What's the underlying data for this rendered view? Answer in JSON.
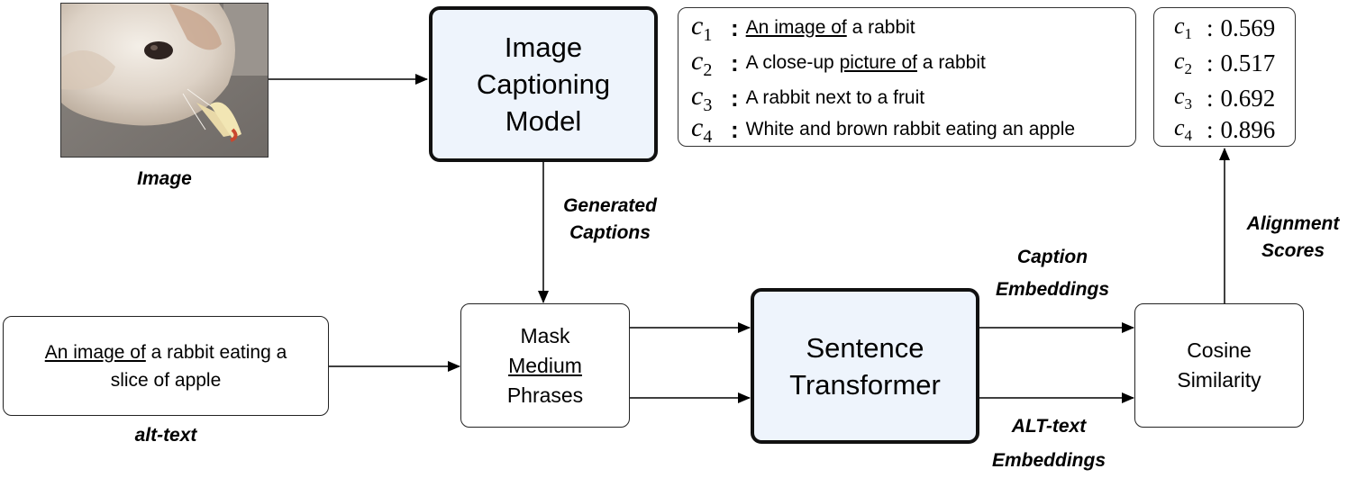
{
  "image_label": "Image",
  "captioning_model": {
    "line1": "Image",
    "line2": "Captioning",
    "line3": "Model"
  },
  "generated_captions_label": {
    "line1": "Generated",
    "line2": "Captions"
  },
  "captions": [
    {
      "id": "c",
      "sub": "1",
      "prefix_underlined": "An image of",
      "rest": " a rabbit",
      "pre": ""
    },
    {
      "id": "c",
      "sub": "2",
      "pre": "A close-up ",
      "prefix_underlined": "picture of",
      "rest": " a rabbit"
    },
    {
      "id": "c",
      "sub": "3",
      "pre": "A rabbit next to a fruit",
      "prefix_underlined": "",
      "rest": ""
    },
    {
      "id": "c",
      "sub": "4",
      "pre": "White and brown rabbit eating an apple",
      "prefix_underlined": "",
      "rest": ""
    }
  ],
  "scores": [
    {
      "id": "c",
      "sub": "1",
      "value": "0.569"
    },
    {
      "id": "c",
      "sub": "2",
      "value": "0.517"
    },
    {
      "id": "c",
      "sub": "3",
      "value": "0.692"
    },
    {
      "id": "c",
      "sub": "4",
      "value": "0.896"
    }
  ],
  "alt_text": {
    "underlined": "An image of",
    "rest_line1": " a rabbit eating a",
    "line2": "slice of apple"
  },
  "alt_text_label": "alt-text",
  "mask_box": {
    "line1": "Mask",
    "line2": "Medium",
    "line3": "Phrases"
  },
  "sentence_transformer": {
    "line1": "Sentence",
    "line2": "Transformer"
  },
  "caption_embeddings_label": {
    "line1": "Caption",
    "line2": "Embeddings"
  },
  "alt_embeddings_label": {
    "line1": "ALT-text",
    "line2": "Embeddings"
  },
  "cosine_box": {
    "line1": "Cosine",
    "line2": "Similarity"
  },
  "alignment_label": {
    "line1": "Alignment",
    "line2": "Scores"
  },
  "colors": {
    "model_fill": "#eef4fc",
    "stroke": "#111111"
  }
}
